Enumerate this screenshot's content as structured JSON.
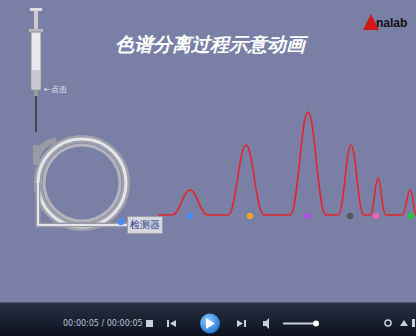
{
  "diagram": {
    "title": "色谱分离过程示意动画",
    "nodes": [
      {
        "text": [
          "检测器"
        ]
      }
    ],
    "labels": [
      "←点击",
      "nalab",
      "00:00:05 / 00:00:05"
    ]
  }
}
